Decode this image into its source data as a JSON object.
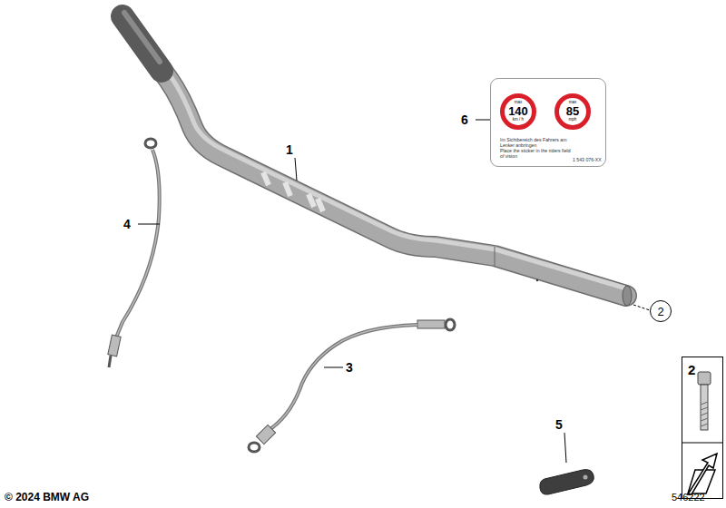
{
  "diagram": {
    "nodes": [
      {
        "text": [
          "Im Sichtbereich des Fahrers am Lenker anbringen",
          "Place the sticker in the riders field of vision",
          "1 543 076-XX"
        ]
      },
      {
        "text": [
          "max",
          "140",
          "km / h"
        ],
        "in": 0
      },
      {
        "text": [
          "max",
          "85",
          "mph"
        ],
        "in": 0
      },
      {
        "text": [
          "2"
        ]
      },
      {
        "text": [
          "2"
        ]
      }
    ],
    "labels": [
      "1",
      "3",
      "4",
      "5",
      "6",
      "© 2024 BMW AG",
      "546222"
    ]
  }
}
